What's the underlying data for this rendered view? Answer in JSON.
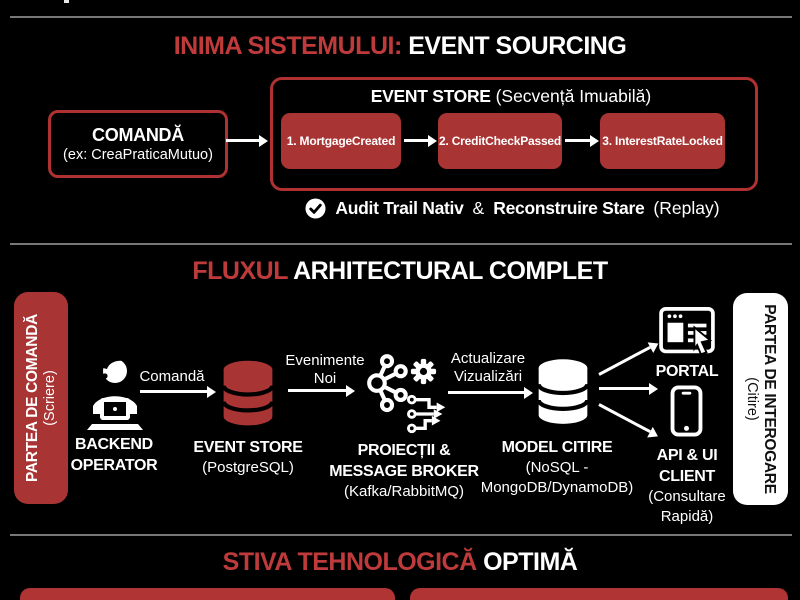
{
  "colors": {
    "background": "#000000",
    "accent_red": "#bf3b3b",
    "card_red": "#a93434",
    "border_red": "#b03131",
    "text_white": "#ffffff",
    "divider_gray": "#777777"
  },
  "heart": {
    "title_accent": "INIMA SISTEMULUI:",
    "title_main": "EVENT SOURCING",
    "command": {
      "title": "COMANDĂ",
      "example": "(ex: CreaPraticaMutuo)"
    },
    "event_store": {
      "title": "EVENT STORE",
      "subtitle": "(Secvență Imuabilă)",
      "events": [
        "1. MortgageCreated",
        "2. CreditCheckPassed",
        "3. InterestRateLocked"
      ]
    },
    "audit": {
      "check_icon": "check-circle",
      "part1_bold": "Audit Trail Nativ",
      "sep": "&",
      "part2_bold": "Reconstruire Stare",
      "part3": "(Replay)"
    }
  },
  "flow": {
    "title_accent": "FLUXUL",
    "title_main": "ARHITECTURAL COMPLET",
    "left_banner": {
      "title": "PARTEA DE COMANDĂ",
      "subtitle": "(Scriere)"
    },
    "right_banner": {
      "title": "PARTEA DE INTEROGARE",
      "subtitle": "(Citire)"
    },
    "operator": {
      "icon": "operator-at-laptop",
      "line1": "BACKEND",
      "line2": "OPERATOR"
    },
    "arrow1_label": "Comandă",
    "event_store_db": {
      "icon": "database-red",
      "line1": "EVENT STORE",
      "line2": "(PostgreSQL)"
    },
    "arrow2_label_line1": "Evenimente",
    "arrow2_label_line2": "Noi",
    "broker": {
      "icon": "kafka-gear-circuit",
      "line1": "PROIECȚII &",
      "line2": "MESSAGE BROKER",
      "line3": "(Kafka/RabbitMQ)"
    },
    "arrow3_label_line1": "Actualizare",
    "arrow3_label_line2": "Vizualizări",
    "read_model": {
      "icon": "database-white",
      "line1": "MODEL CITIRE",
      "line2": "(NoSQL -",
      "line3": "MongoDB/DynamoDB)"
    },
    "portal": {
      "icon": "browser-with-cursor",
      "label": "PORTAL"
    },
    "client": {
      "icon": "smartphone",
      "line1": "API & UI",
      "line2": "CLIENT",
      "line3": "(Consultare",
      "line4": "Rapidă)"
    }
  },
  "stack": {
    "title_accent": "STIVA TEHNOLOGICĂ",
    "title_main": "OPTIMĂ"
  }
}
